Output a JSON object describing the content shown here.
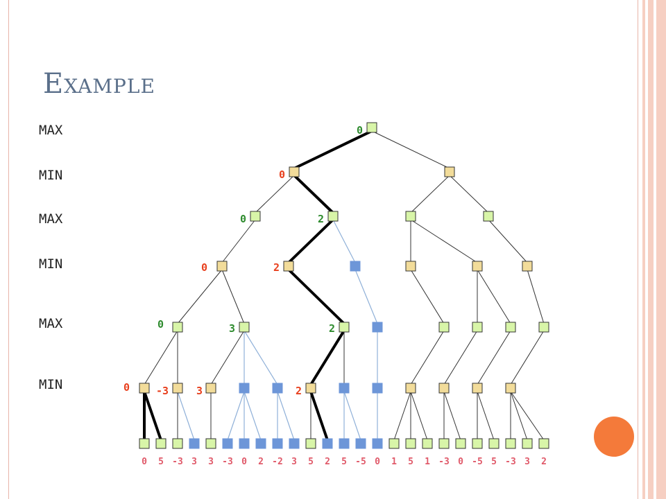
{
  "slide": {
    "title": "Example",
    "levels": [
      "MAX",
      "MIN",
      "MAX",
      "MIN",
      "MAX",
      "MIN"
    ]
  },
  "colors": {
    "max_node": "#d8f5a8",
    "min_node": "#f2dc9a",
    "pruned_node": "#6d96d8",
    "value_red": "#e8401e",
    "value_green": "#2e8b2e",
    "leaf_value": "#e05a6a",
    "bold_edge": "#000000",
    "normal_edge": "#333333",
    "pruned_edge": "#8fb0d8"
  },
  "tree": {
    "nodes": [
      {
        "id": "r",
        "type": "max",
        "value": "0",
        "value_color": "green"
      },
      {
        "id": "a1",
        "type": "min",
        "value": "0",
        "value_color": "red"
      },
      {
        "id": "a2",
        "type": "min"
      },
      {
        "id": "b1",
        "type": "max",
        "value": "0",
        "value_color": "green"
      },
      {
        "id": "b2",
        "type": "max",
        "value": "2",
        "value_color": "green"
      },
      {
        "id": "b3",
        "type": "max"
      },
      {
        "id": "b4",
        "type": "max"
      },
      {
        "id": "c1",
        "type": "min",
        "value": "0",
        "value_color": "red"
      },
      {
        "id": "c2",
        "type": "min",
        "value": "2",
        "value_color": "red"
      },
      {
        "id": "c3",
        "type": "pruned"
      },
      {
        "id": "c4",
        "type": "min"
      },
      {
        "id": "c5",
        "type": "min"
      },
      {
        "id": "c6",
        "type": "min"
      },
      {
        "id": "d1",
        "type": "max",
        "value": "0",
        "value_color": "green"
      },
      {
        "id": "d2",
        "type": "max",
        "value": "3",
        "value_color": "green"
      },
      {
        "id": "d3",
        "type": "max",
        "value": "2",
        "value_color": "green"
      },
      {
        "id": "d4",
        "type": "pruned"
      },
      {
        "id": "d5",
        "type": "max"
      },
      {
        "id": "d6",
        "type": "max"
      },
      {
        "id": "d7",
        "type": "max"
      },
      {
        "id": "d8",
        "type": "max"
      },
      {
        "id": "e1",
        "type": "min",
        "value": "0",
        "value_color": "red"
      },
      {
        "id": "e2",
        "type": "min",
        "value": "-3",
        "value_color": "red"
      },
      {
        "id": "e3",
        "type": "min",
        "value": "3",
        "value_color": "red"
      },
      {
        "id": "e4",
        "type": "pruned"
      },
      {
        "id": "e5",
        "type": "pruned"
      },
      {
        "id": "e6",
        "type": "min",
        "value": "2",
        "value_color": "red"
      },
      {
        "id": "e7",
        "type": "pruned"
      },
      {
        "id": "e8",
        "type": "pruned"
      },
      {
        "id": "e9",
        "type": "min"
      },
      {
        "id": "e10",
        "type": "min"
      },
      {
        "id": "e11",
        "type": "min"
      },
      {
        "id": "e12",
        "type": "min"
      }
    ],
    "leaves": [
      {
        "type": "max"
      },
      {
        "type": "max"
      },
      {
        "type": "max"
      },
      {
        "type": "pruned"
      },
      {
        "type": "max"
      },
      {
        "type": "pruned"
      },
      {
        "type": "pruned"
      },
      {
        "type": "pruned"
      },
      {
        "type": "pruned"
      },
      {
        "type": "pruned"
      },
      {
        "type": "max"
      },
      {
        "type": "pruned"
      },
      {
        "type": "pruned"
      },
      {
        "type": "pruned"
      },
      {
        "type": "pruned"
      },
      {
        "type": "max"
      },
      {
        "type": "max"
      },
      {
        "type": "max"
      },
      {
        "type": "max"
      },
      {
        "type": "max"
      },
      {
        "type": "max"
      },
      {
        "type": "max"
      },
      {
        "type": "max"
      },
      {
        "type": "max"
      },
      {
        "type": "max"
      }
    ],
    "leaf_values": [
      "0",
      "5",
      "-3",
      "3",
      "3",
      "-3",
      "0",
      "2",
      "-2",
      "3",
      "5",
      "2",
      "5",
      "-5",
      "0",
      "1",
      "5",
      "1",
      "-3",
      "0",
      "-5",
      "5",
      "-3",
      "3",
      "2"
    ],
    "edges": [
      {
        "from": "r",
        "to": "a1",
        "style": "bold"
      },
      {
        "from": "r",
        "to": "a2",
        "style": "normal"
      },
      {
        "from": "a1",
        "to": "b1",
        "style": "normal"
      },
      {
        "from": "a1",
        "to": "b2",
        "style": "bold"
      },
      {
        "from": "a2",
        "to": "b3",
        "style": "normal"
      },
      {
        "from": "a2",
        "to": "b4",
        "style": "normal"
      },
      {
        "from": "b1",
        "to": "c1",
        "style": "normal"
      },
      {
        "from": "b2",
        "to": "c2",
        "style": "bold"
      },
      {
        "from": "b2",
        "to": "c3",
        "style": "pruned"
      },
      {
        "from": "b3",
        "to": "c4",
        "style": "normal"
      },
      {
        "from": "b3",
        "to": "c5",
        "style": "normal"
      },
      {
        "from": "b4",
        "to": "c6",
        "style": "normal"
      },
      {
        "from": "c1",
        "to": "d1",
        "style": "normal"
      },
      {
        "from": "c1",
        "to": "d2",
        "style": "normal"
      },
      {
        "from": "c2",
        "to": "d3",
        "style": "bold"
      },
      {
        "from": "c3",
        "to": "d4",
        "style": "pruned"
      },
      {
        "from": "c4",
        "to": "d5",
        "style": "normal"
      },
      {
        "from": "c5",
        "to": "d6",
        "style": "normal"
      },
      {
        "from": "c5",
        "to": "d7",
        "style": "normal"
      },
      {
        "from": "c6",
        "to": "d8",
        "style": "normal"
      },
      {
        "from": "d1",
        "to": "e1",
        "style": "normal"
      },
      {
        "from": "d1",
        "to": "e2",
        "style": "normal"
      },
      {
        "from": "d2",
        "to": "e3",
        "style": "normal"
      },
      {
        "from": "d2",
        "to": "e4",
        "style": "pruned"
      },
      {
        "from": "d2",
        "to": "e5",
        "style": "pruned"
      },
      {
        "from": "d3",
        "to": "e6",
        "style": "bold"
      },
      {
        "from": "d3",
        "to": "e7",
        "style": "normal"
      },
      {
        "from": "d4",
        "to": "e8",
        "style": "pruned"
      },
      {
        "from": "d5",
        "to": "e9",
        "style": "normal"
      },
      {
        "from": "d6",
        "to": "e10",
        "style": "normal"
      },
      {
        "from": "d7",
        "to": "e11",
        "style": "normal"
      },
      {
        "from": "d8",
        "to": "e12",
        "style": "normal"
      },
      {
        "from": "e1",
        "to": "L0",
        "style": "bold"
      },
      {
        "from": "e1",
        "to": "L1",
        "style": "bold"
      },
      {
        "from": "e2",
        "to": "L2",
        "style": "normal"
      },
      {
        "from": "e2",
        "to": "L3",
        "style": "pruned"
      },
      {
        "from": "e3",
        "to": "L4",
        "style": "normal"
      },
      {
        "from": "e4",
        "to": "L5",
        "style": "pruned"
      },
      {
        "from": "e4",
        "to": "L6",
        "style": "pruned"
      },
      {
        "from": "e4",
        "to": "L7",
        "style": "pruned"
      },
      {
        "from": "e5",
        "to": "L8",
        "style": "pruned"
      },
      {
        "from": "e5",
        "to": "L9",
        "style": "pruned"
      },
      {
        "from": "e6",
        "to": "L10",
        "style": "normal"
      },
      {
        "from": "e6",
        "to": "L11",
        "style": "bold"
      },
      {
        "from": "e7",
        "to": "L12",
        "style": "pruned"
      },
      {
        "from": "e7",
        "to": "L13",
        "style": "pruned"
      },
      {
        "from": "e8",
        "to": "L14",
        "style": "pruned"
      },
      {
        "from": "e9",
        "to": "L15",
        "style": "normal"
      },
      {
        "from": "e9",
        "to": "L16",
        "style": "normal"
      },
      {
        "from": "e9",
        "to": "L17",
        "style": "normal"
      },
      {
        "from": "e10",
        "to": "L18",
        "style": "normal"
      },
      {
        "from": "e10",
        "to": "L19",
        "style": "normal"
      },
      {
        "from": "e11",
        "to": "L20",
        "style": "normal"
      },
      {
        "from": "e11",
        "to": "L21",
        "style": "normal"
      },
      {
        "from": "e12",
        "to": "L22",
        "style": "normal"
      },
      {
        "from": "e12",
        "to": "L23",
        "style": "normal"
      },
      {
        "from": "e12",
        "to": "L24",
        "style": "normal"
      }
    ]
  }
}
